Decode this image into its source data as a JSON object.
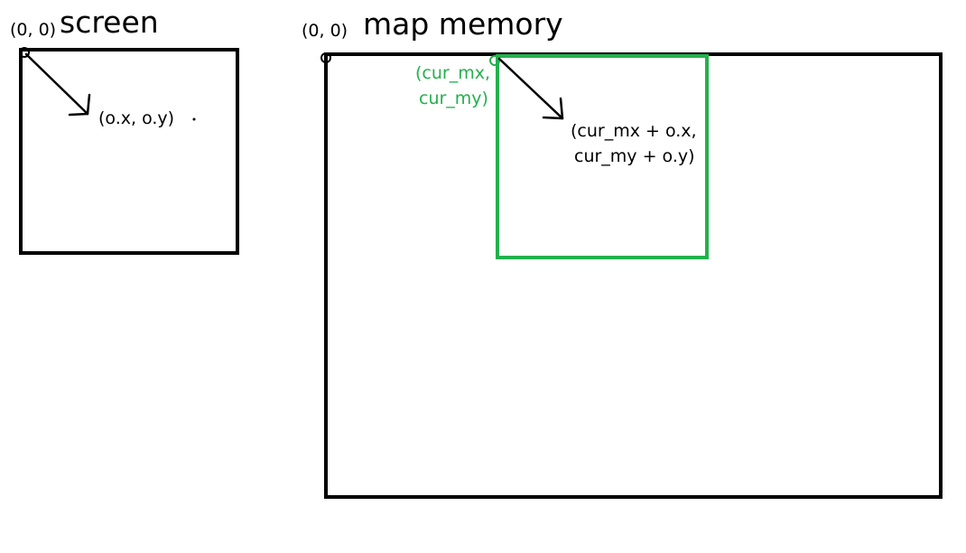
{
  "screen": {
    "title": "screen",
    "origin_label": "(0, 0)",
    "offset_label": "(o.x, o.y)"
  },
  "map_memory": {
    "title": "map memory",
    "origin_label": "(0, 0)",
    "view_origin_label_line1": "(cur_mx,",
    "view_origin_label_line2": "cur_my)",
    "offset_label_line1": "(cur_mx + o.x,",
    "offset_label_line2": "cur_my + o.y)"
  },
  "colors": {
    "outline": "#000000",
    "viewport": "#22b14c"
  }
}
